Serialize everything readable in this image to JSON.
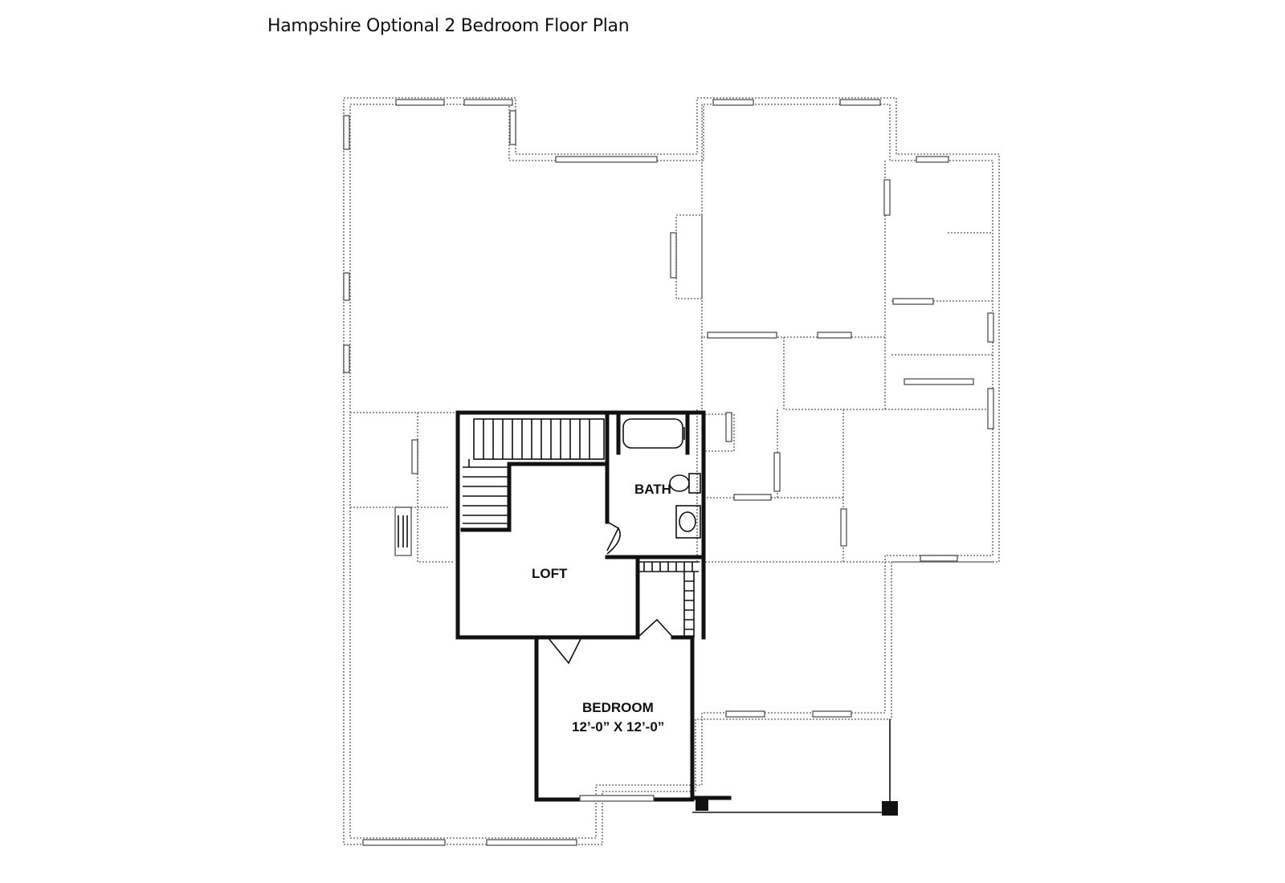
{
  "title": "Hampshire Optional 2 Bedroom Floor Plan",
  "rooms": {
    "bath": "BATH",
    "loft": "LOFT",
    "bedroom": "BEDROOM",
    "bedroom_size": "12’-0” X 12’-0”"
  }
}
